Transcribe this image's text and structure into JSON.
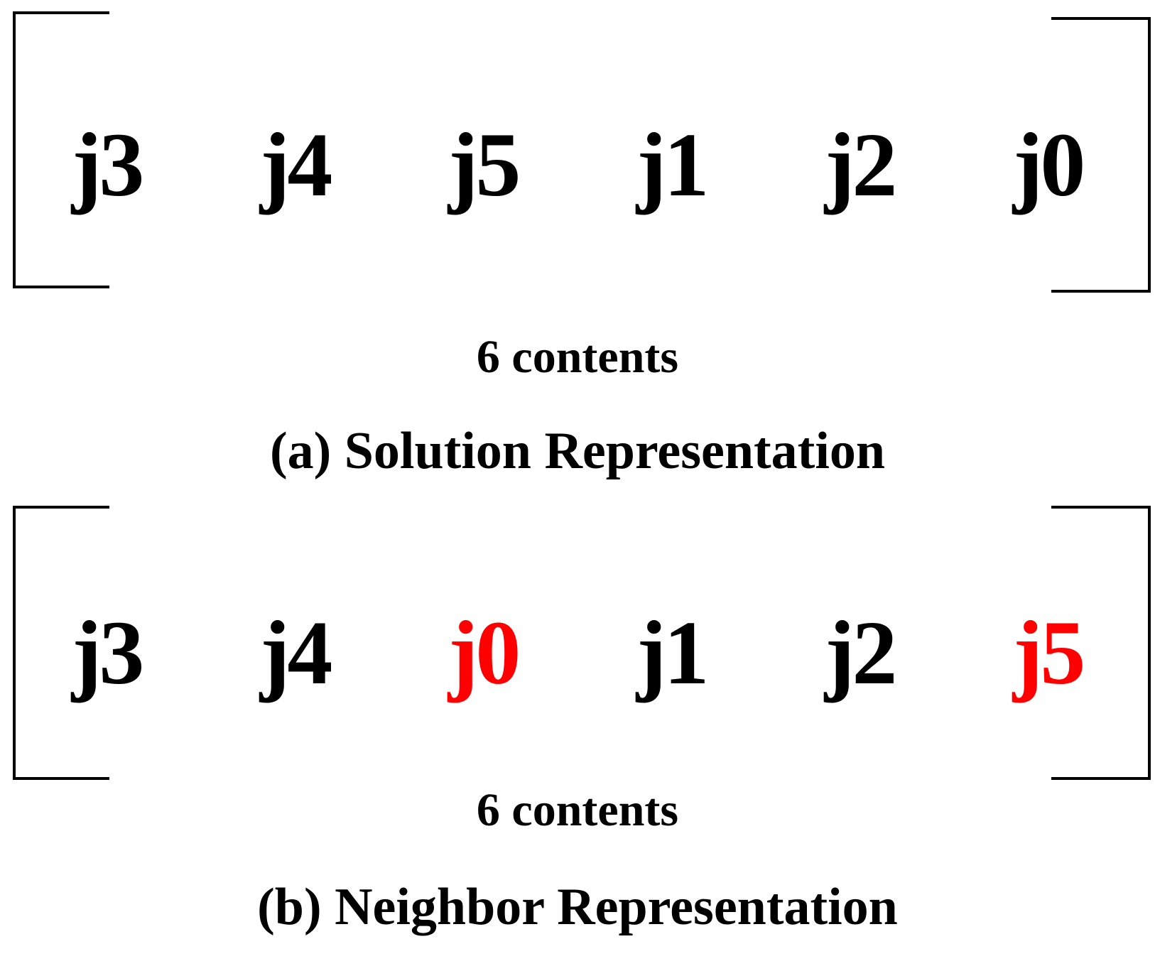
{
  "colors": {
    "normal": "#000000",
    "swapped": "#ff0000"
  },
  "panels": [
    {
      "items": [
        {
          "label": "j3",
          "swapped": false
        },
        {
          "label": "j4",
          "swapped": false
        },
        {
          "label": "j5",
          "swapped": false
        },
        {
          "label": "j1",
          "swapped": false
        },
        {
          "label": "j2",
          "swapped": false
        },
        {
          "label": "j0",
          "swapped": false
        }
      ],
      "count_label": "6 contents",
      "caption": "(a) Solution Representation"
    },
    {
      "items": [
        {
          "label": "j3",
          "swapped": false
        },
        {
          "label": "j4",
          "swapped": false
        },
        {
          "label": "j0",
          "swapped": true
        },
        {
          "label": "j1",
          "swapped": false
        },
        {
          "label": "j2",
          "swapped": false
        },
        {
          "label": "j5",
          "swapped": true
        }
      ],
      "count_label": "6 contents",
      "caption": "(b) Neighbor Representation"
    }
  ]
}
